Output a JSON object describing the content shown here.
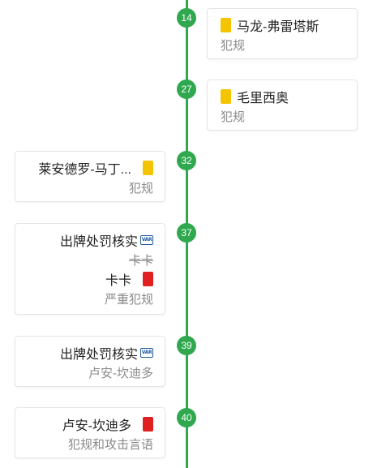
{
  "events": [
    {
      "minute": "14",
      "player": "马龙-弗雷塔斯",
      "reason": "犯规",
      "card": "yellow"
    },
    {
      "minute": "27",
      "player": "毛里西奥",
      "reason": "犯规",
      "card": "yellow"
    },
    {
      "minute": "32",
      "player": "莱安德罗-马丁...",
      "reason": "犯规",
      "card": "yellow"
    },
    {
      "minute": "37",
      "var_title": "出牌处罚核实",
      "var_subject": "卡卡",
      "player": "卡卡",
      "reason": "严重犯规",
      "card": "red"
    },
    {
      "minute": "39",
      "var_title": "出牌处罚核实",
      "var_subject": "卢安-坎迪多"
    },
    {
      "minute": "40",
      "player": "卢安-坎迪多",
      "reason": "犯规和攻击言语",
      "card": "red"
    }
  ],
  "icons": {
    "var": "var-icon",
    "yellow_card": "yellow-card-icon",
    "red_card": "red-card-icon"
  },
  "var_icon_text": "VAR",
  "colors": {
    "timeline": "#2fa84f",
    "yellow_card": "#f5c400",
    "red_card": "#e02020",
    "var": "#1f5aa6"
  }
}
